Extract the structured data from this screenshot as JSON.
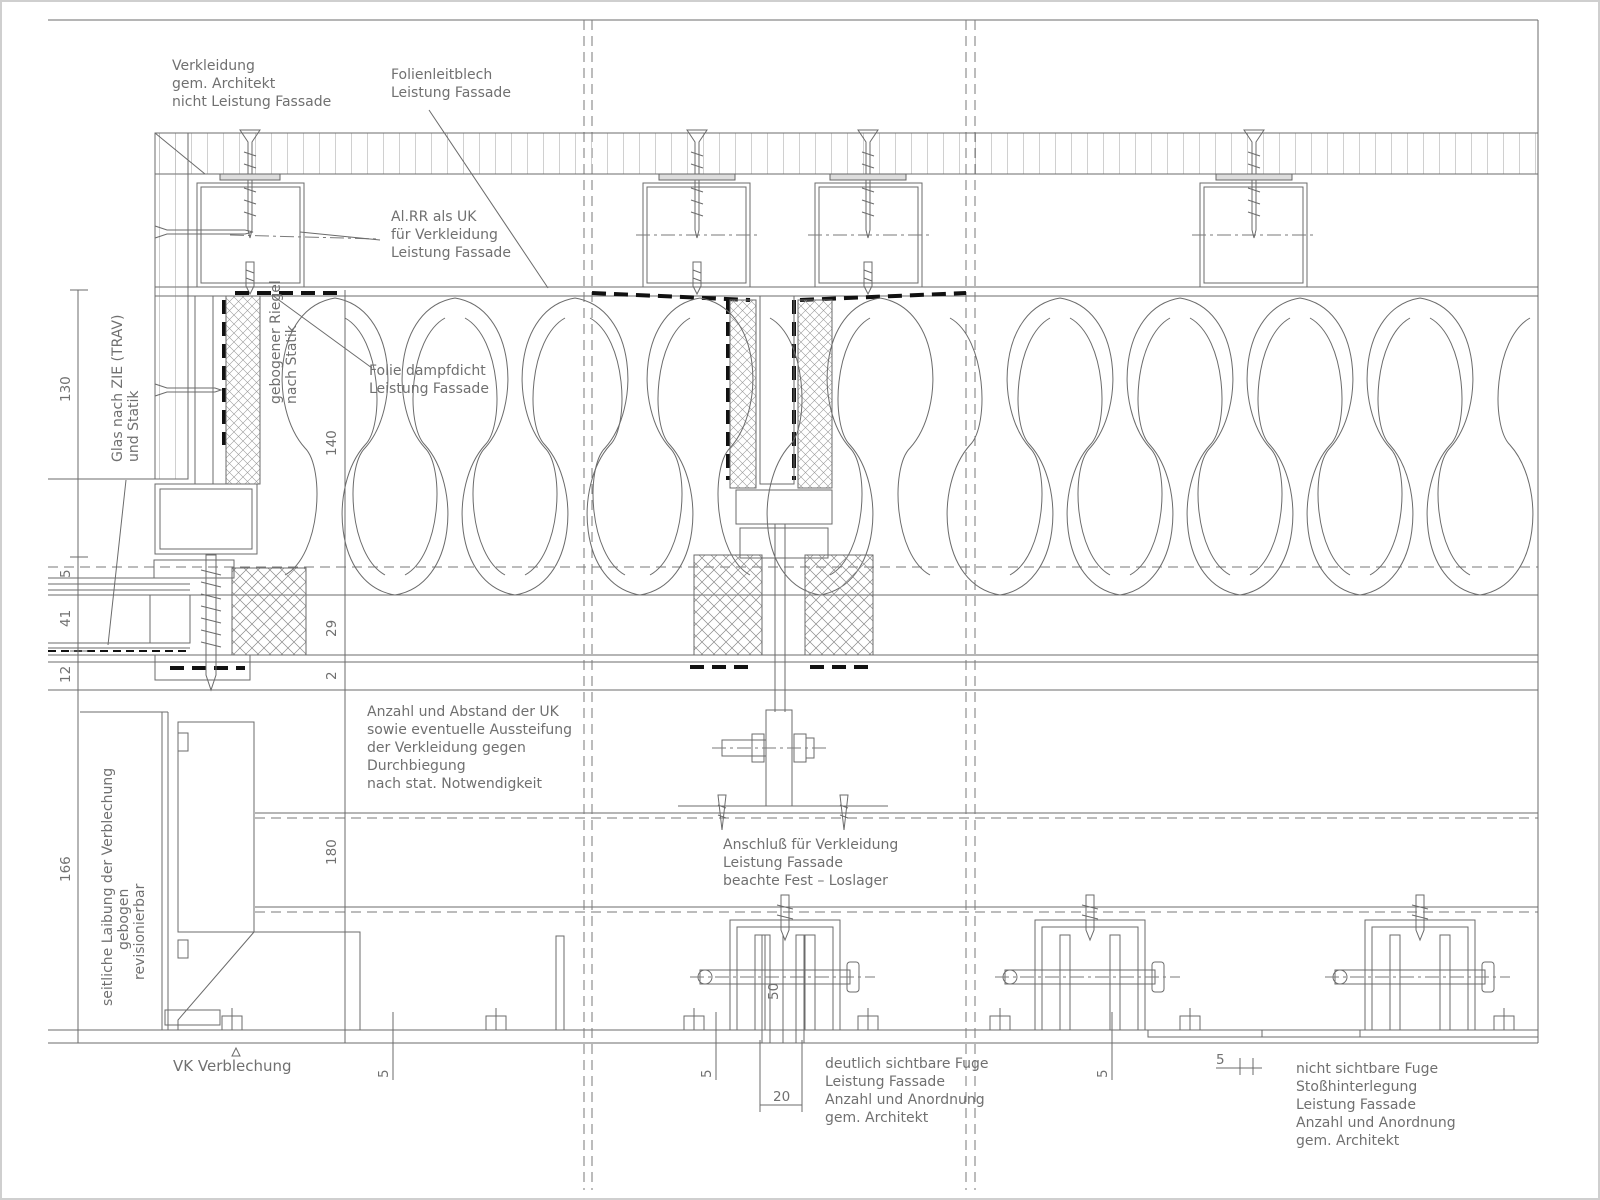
{
  "notes": {
    "verkleidung": [
      "Verkleidung",
      "gem. Architekt",
      "nicht Leistung Fassade"
    ],
    "folienleitblech": [
      "Folienleitblech",
      "Leistung Fassade"
    ],
    "alrr": [
      "Al.RR als UK",
      "für Verkleidung",
      "Leistung Fassade"
    ],
    "folie": [
      "Folie dampfdicht",
      "Leistung Fassade"
    ],
    "riegel": [
      "gebogener Riegel",
      "nach Statik"
    ],
    "glas": [
      "Glas nach ZIE (TRAV)",
      "und Statik"
    ],
    "anzahl_uk": [
      "Anzahl und Abstand der UK",
      "sowie eventuelle Aussteifung",
      "der Verkleidung gegen",
      "Durchbiegung",
      "nach stat. Notwendigkeit"
    ],
    "anschluss": [
      "Anschluß für Verkleidung",
      "Leistung Fassade",
      "beachte Fest – Loslager"
    ],
    "laibung": [
      "seitliche Laibung der Verblechung",
      "gebogen",
      "revisionierbar"
    ],
    "vk": "VK Verblechung",
    "fuge_sichtbar": [
      "deutlich sichtbare Fuge",
      "Leistung Fassade",
      "Anzahl und Anordnung",
      "gem. Architekt"
    ],
    "fuge_nicht": [
      "nicht sichtbare Fuge",
      "Stoßhinterlegung",
      "Leistung Fassade",
      "Anzahl und Anordnung",
      "gem. Architekt"
    ]
  },
  "dimensions": {
    "d130": "130",
    "d5a": "5",
    "d41": "41",
    "d12": "12",
    "d166": "166",
    "d140": "140",
    "d29": "29",
    "d2": "2",
    "d180": "180",
    "d50": "50",
    "d20": "20",
    "d5b": "5",
    "d5c": "5",
    "d5d": "5",
    "d5e": "5"
  }
}
